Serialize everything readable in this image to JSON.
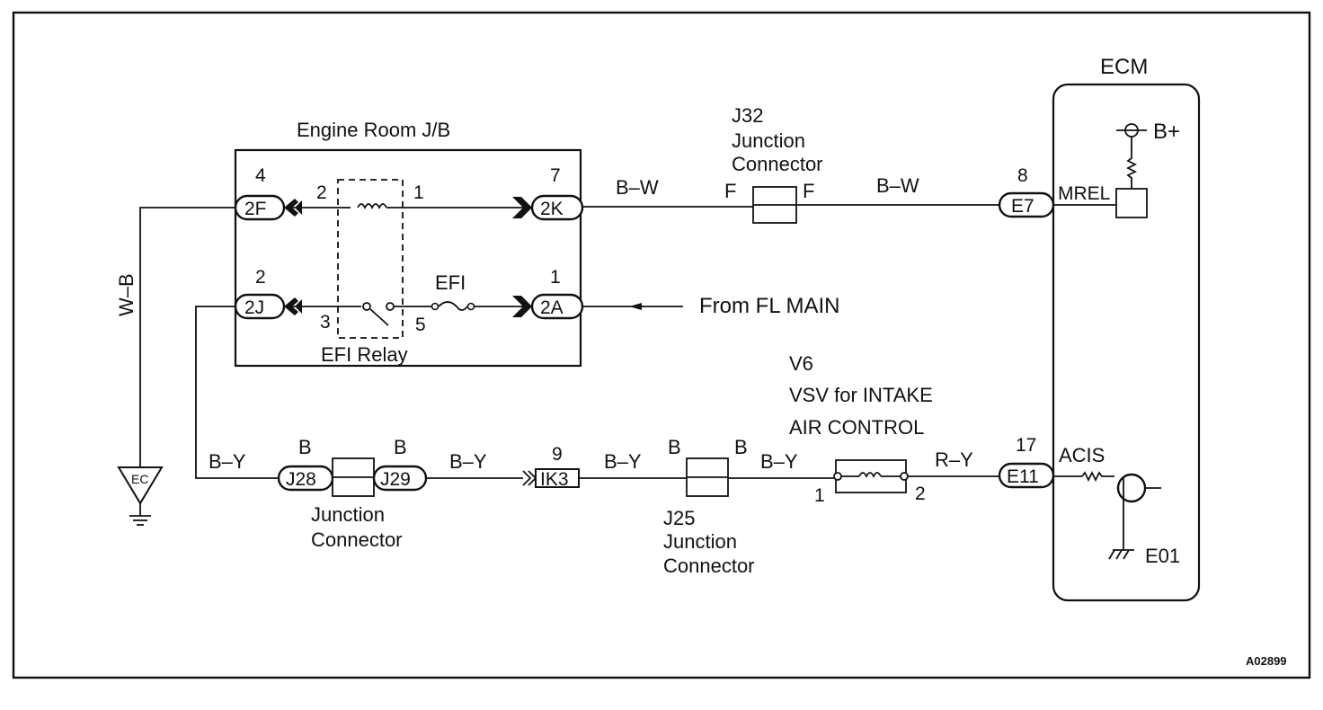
{
  "labels": {
    "ecm": "ECM",
    "engine_room_jb": "Engine Room J/B",
    "j32_line1": "J32",
    "j32_line2": "Junction",
    "j32_line3": "Connector",
    "efi_relay": "EFI Relay",
    "efi_fuse": "EFI",
    "from_fl_main": "From FL MAIN",
    "v6_line1": "V6",
    "v6_line2": "VSV for INTAKE",
    "v6_line3": "AIR CONTROL",
    "junction_connector_line1": "Junction",
    "junction_connector_line2": "Connector",
    "j25_line1": "J25",
    "j25_line2": "Junction",
    "j25_line3": "Connector",
    "b_plus": "B+",
    "mrel": "MREL",
    "acis": "ACIS",
    "e01": "E01",
    "ground_ec": "EC",
    "ref_code": "A02899"
  },
  "connectors": {
    "c2F": "2F",
    "c2K": "2K",
    "c2J": "2J",
    "c2A": "2A",
    "cE7": "E7",
    "cE11": "E11",
    "cJ28": "J28",
    "cJ29": "J29",
    "cIK3": "IK3"
  },
  "pins": {
    "p4": "4",
    "p7": "7",
    "p2": "2",
    "p1": "1",
    "relay_2": "2",
    "relay_1": "1",
    "relay_3": "3",
    "relay_5": "5",
    "p8": "8",
    "p17": "17",
    "p9": "9",
    "vsv_1": "1",
    "vsv_2": "2",
    "j32_F_left": "F",
    "j32_F_right": "F",
    "j28_B": "B",
    "j29_B": "B",
    "j25_B_left": "B",
    "j25_B_right": "B"
  },
  "wires": {
    "bw_left": "B–W",
    "bw_right": "B–W",
    "wb": "W–B",
    "by_1": "B–Y",
    "by_2": "B–Y",
    "by_3": "B–Y",
    "by_4": "B–Y",
    "ry": "R–Y"
  }
}
